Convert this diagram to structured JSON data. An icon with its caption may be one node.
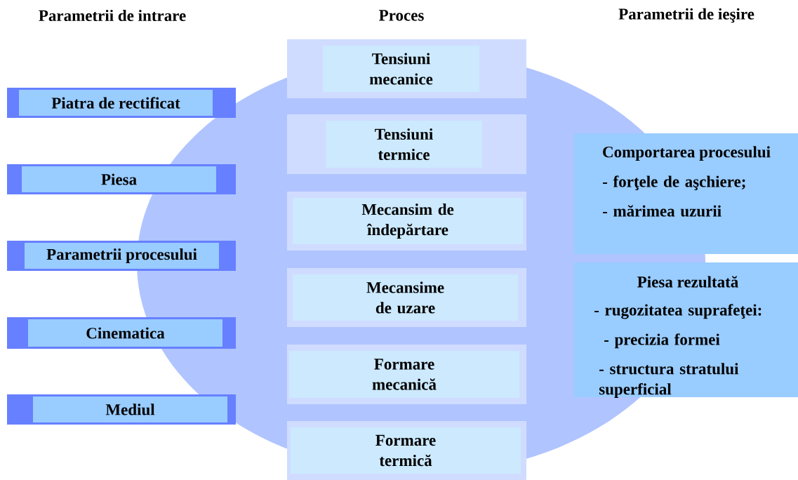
{
  "diagram": {
    "nodes": [
      {
        "text": [
          "Piatra de rectificat"
        ]
      },
      {
        "text": [
          "Piesa"
        ]
      },
      {
        "text": [
          "Parametrii procesului"
        ]
      },
      {
        "text": [
          "Cinematica"
        ]
      },
      {
        "text": [
          "Mediul"
        ]
      },
      {
        "text": [
          "Tensiuni mecanice"
        ]
      },
      {
        "text": [
          "Tensiuni termice"
        ]
      },
      {
        "text": [
          "Mecansim de îndepărtare"
        ]
      },
      {
        "text": [
          "Mecansime de uzare"
        ]
      },
      {
        "text": [
          "Formare mecanică"
        ]
      },
      {
        "text": [
          "Formare termică"
        ]
      },
      {
        "text": [
          "Comportarea procesului",
          "- forţele de aşchiere;",
          "- mărimea uzurii"
        ]
      },
      {
        "text": [
          "Piesa rezultată",
          "- rugozitatea suprafeţei:",
          "- precizia formei",
          "- structura stratului superficial"
        ]
      }
    ],
    "labels": [
      "Parametrii de intrare",
      "Proces",
      "Parametrii de ieşire"
    ]
  }
}
